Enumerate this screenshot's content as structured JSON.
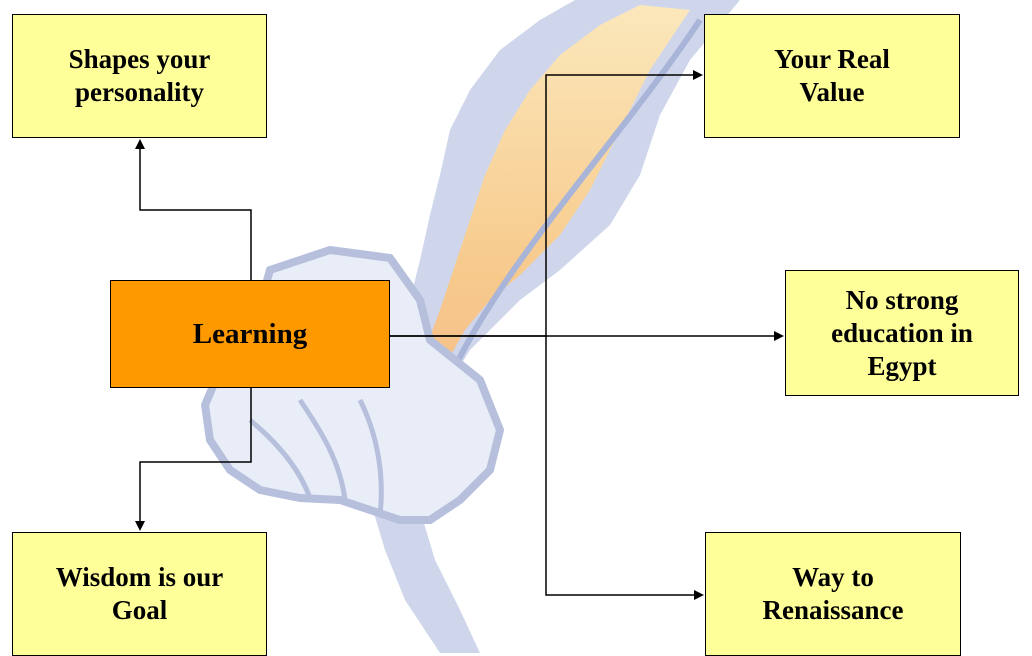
{
  "diagram": {
    "center": {
      "label": "Learning"
    },
    "nodes": {
      "shapes": "Shapes your\npersonality",
      "wisdom": "Wisdom is our\nGoal",
      "real_value": "Your Real\nValue",
      "egypt": "No strong\neducation in\nEgypt",
      "renaissance": "Way to\nRenaissance"
    }
  },
  "colors": {
    "center_fill": "#ff9900",
    "node_fill": "#ffff99",
    "border": "#000000",
    "connector": "#000000",
    "watermark_blue": "#aab6d8",
    "watermark_orange": "#f6c27a"
  }
}
